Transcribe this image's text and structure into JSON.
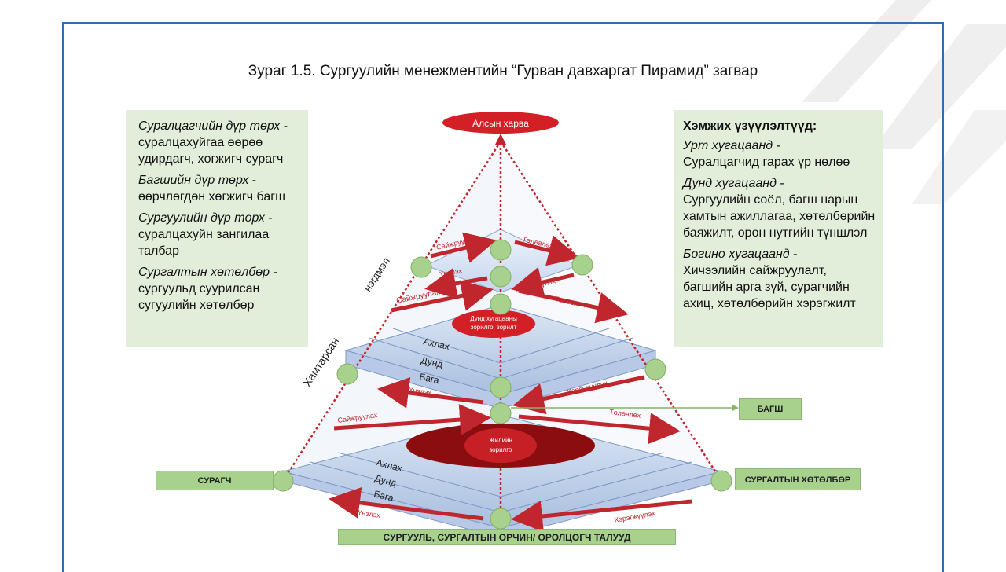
{
  "title": "Зураг 1.5. Сургуулийн менежментийн “Гурван давхаргат Пирамид” загвар",
  "left_panel": [
    {
      "term": "Суралцагчийн дүр төрх",
      "desc": "суралцахуйгаа өөрөө удирдагч, хөгжигч сурагч"
    },
    {
      "term": "Багшийн дүр төрх",
      "desc": "өөрчлөгдөн хөгжигч багш"
    },
    {
      "term": "Сургуулийн дүр төрх",
      "desc": "суралцахуйн зангилаа талбар"
    },
    {
      "term": "Сургалтын хөтөлбөр",
      "desc": "сургуульд суурилсан сугуулийн хөтөлбөр"
    }
  ],
  "right_panel": {
    "heading": "Хэмжих үзүүлэлтүүд:",
    "items": [
      {
        "term": "Урт хугацаанд",
        "desc": "Суралцагчид гарах үр нөлөө"
      },
      {
        "term": "Дунд хугацаанд",
        "desc": "Сургуулийн соёл, багш нарын хамтын ажиллагаа, хөтөлбөрийн баяжилт, орон нутгийн түншлэл"
      },
      {
        "term": "Богино хугацаанд",
        "desc": "Хичээлийн сайжруулалт, багшийн арга зүй, сурагчийн ахиц, хөтөлбөрийн хэрэгжилт"
      }
    ]
  },
  "diagram": {
    "apex": "Алсын харвa",
    "mid_goal": [
      "Дунд хугацааны",
      "зорилго, зорилт"
    ],
    "annual_goal": [
      "Жилийн",
      "зорилго"
    ],
    "levels": [
      "Ахлах",
      "Дунд",
      "Бага"
    ],
    "side_left_1": "нэгдмэл",
    "side_left_2": "Хамтарсан",
    "arrows": {
      "improve": "Сайжруулах",
      "plan": "Төлөвлөх",
      "evaluate": "Үнэлэх",
      "implement": "Хэрэгжүүлэх"
    },
    "box_student": "СУРАГЧ",
    "box_teacher": "БАГШ",
    "box_curriculum": "СУРГАЛТЫН ХӨТӨЛБӨР",
    "box_base": "СУРГУУЛЬ, СУРГАЛТЫН ОРЧИН/ ОРОЛЦОГЧ ТАЛУУД"
  },
  "colors": {
    "frame": "#2f6fae",
    "panel": "#e2eeda",
    "label_box": "#a9d18e",
    "red": "#c0262d",
    "node": "#a9d18e",
    "plate": "#c9d9ee"
  }
}
